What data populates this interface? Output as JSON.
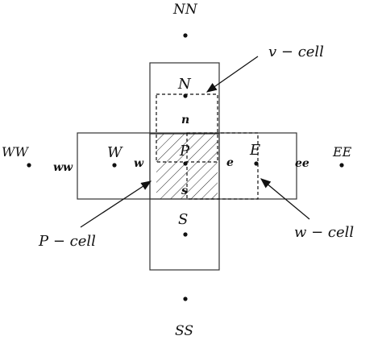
{
  "labels": {
    "NN": "NN",
    "N": "N",
    "n": "n",
    "WW": "WW",
    "ww": "ww",
    "W": "W",
    "w": "w",
    "P": "P",
    "e": "e",
    "E": "E",
    "ee": "ee",
    "EE": "EE",
    "s": "s",
    "S": "S",
    "SS": "SS"
  },
  "callouts": {
    "v_cell": "v − cell",
    "p_cell": "P − cell",
    "w_cell": "w − cell"
  }
}
